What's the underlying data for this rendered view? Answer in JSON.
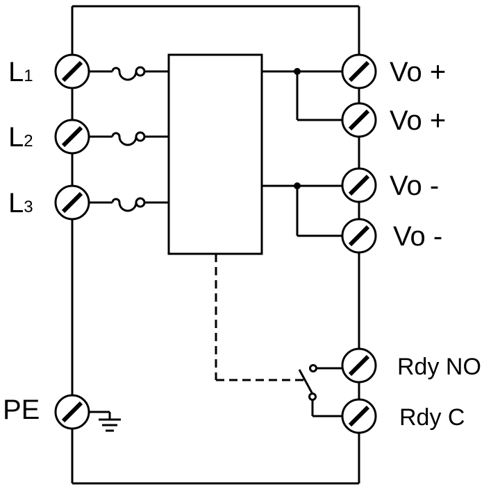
{
  "inputs": {
    "l1": {
      "main": "L",
      "sub": "1"
    },
    "l2": {
      "main": "L",
      "sub": "2"
    },
    "l3": {
      "main": "L",
      "sub": "3"
    }
  },
  "pe_label": "PE",
  "outputs": {
    "vo_plus_1": "Vo +",
    "vo_plus_2": "Vo +",
    "vo_minus_1": "Vo -",
    "vo_minus_2": "Vo -"
  },
  "relay": {
    "no_label": "Rdy NO",
    "c_label": "Rdy C"
  },
  "colors": {
    "line": "#000000",
    "background": "#ffffff"
  }
}
